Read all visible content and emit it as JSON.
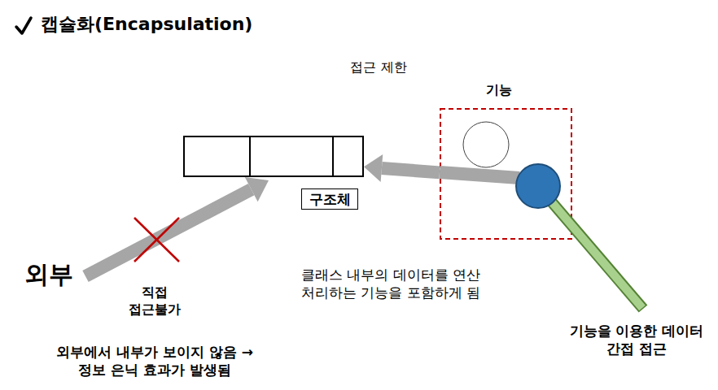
{
  "diagram": {
    "title": "캡슐화(Encapsulation)",
    "nodes": [
      {
        "text": [
          "접근 제한"
        ]
      },
      {
        "text": [
          "기능"
        ],
        "in": 0
      },
      {
        "text": [
          "구조체"
        ],
        "in": 0
      }
    ],
    "edges": [
      {
        "from": 1,
        "to": 2,
        "arrow": "to"
      }
    ],
    "labels": [
      "외부",
      "직접 접근불가",
      "외부에서 내부가 보이지 않음 → 정보 은닉 효과가 발생됨",
      "클래스 내부의 데이터를 연산 처리하는 기능을 포함하게 됨",
      "기능을 이용한 데이터 간접 접근"
    ]
  }
}
